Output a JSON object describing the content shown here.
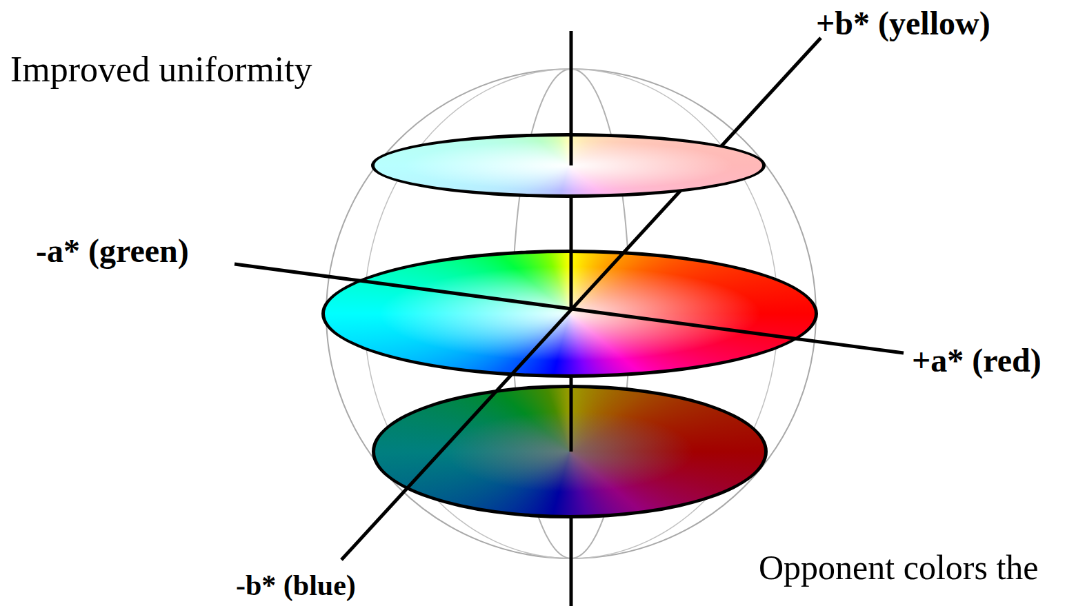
{
  "diagram": {
    "labels": [
      "Improved uniformity",
      "+b* (yellow)",
      "-a* (green)",
      "+a* (red)",
      "-b* (blue)",
      "Opponent colors the"
    ]
  }
}
